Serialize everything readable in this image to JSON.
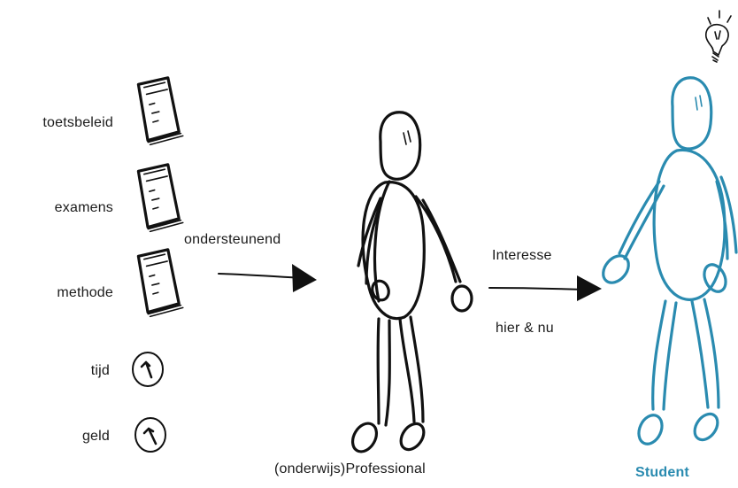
{
  "resources": [
    "toetsbeleid",
    "examens",
    "methode",
    "tijd",
    "geld"
  ],
  "arrow_left_label": "ondersteunend",
  "arrow_right_labels": [
    "Interesse",
    "hier & nu"
  ],
  "professional_label": "(onderwijs)Professional",
  "student_label": "Student",
  "icons": {
    "documents": "document-icon",
    "clocks": "clock-icon",
    "idea": "lightbulb-icon"
  },
  "colors": {
    "ink": "#111111",
    "student": "#2a8bb0"
  }
}
